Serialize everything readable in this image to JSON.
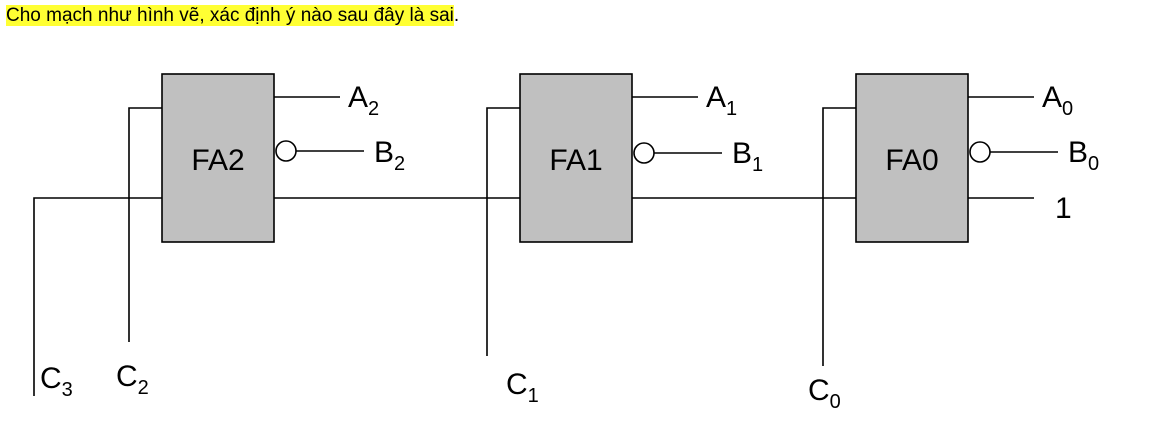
{
  "question": {
    "text": "Cho mạch như hình vẽ, xác định ý nào sau đây là sai",
    "end": "."
  },
  "colors": {
    "highlight": "#ffff33",
    "block_fill": "#c0c0c0",
    "line": "#000000"
  },
  "blocks": [
    {
      "label": "FA2"
    },
    {
      "label": "FA1"
    },
    {
      "label": "FA0"
    }
  ],
  "inputs": {
    "a2": {
      "base": "A",
      "sub": "2"
    },
    "b2": {
      "base": "B",
      "sub": "2"
    },
    "a1": {
      "base": "A",
      "sub": "1"
    },
    "b1": {
      "base": "B",
      "sub": "1"
    },
    "a0": {
      "base": "A",
      "sub": "0"
    },
    "b0": {
      "base": "B",
      "sub": "0"
    },
    "cin": "1"
  },
  "carries": {
    "c3": {
      "base": "C",
      "sub": "3"
    },
    "c2": {
      "base": "C",
      "sub": "2"
    },
    "c1": {
      "base": "C",
      "sub": "1"
    },
    "c0": {
      "base": "C",
      "sub": "0"
    }
  }
}
